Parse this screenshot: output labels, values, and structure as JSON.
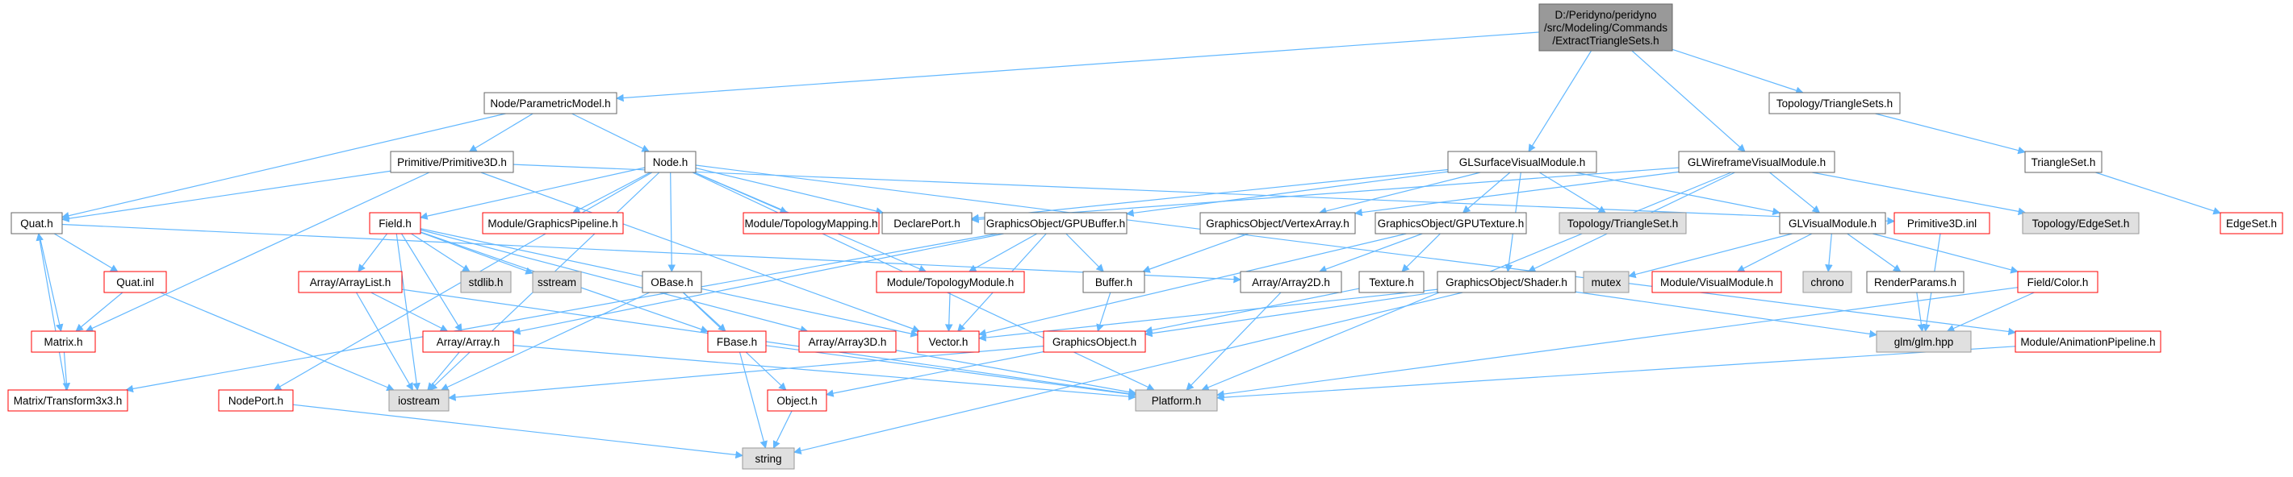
{
  "colors": {
    "edge": "#63b8ff",
    "normal_border": "#666666",
    "normal_fill": "#ffffff",
    "incomplete_border": "#ff0000",
    "system_fill": "#e0e0e0",
    "system_border": "#999999",
    "root_fill": "#999999",
    "root_border": "#666666"
  },
  "nodes": {
    "root": {
      "lines": [
        "D:/Peridyno/peridyno",
        "/src/Modeling/Commands",
        "/ExtractTriangleSets.h"
      ],
      "style": "root"
    },
    "parametric_model": {
      "lines": [
        "Node/ParametricModel.h"
      ],
      "style": "normal"
    },
    "primitive3d": {
      "lines": [
        "Primitive/Primitive3D.h"
      ],
      "style": "normal"
    },
    "node_h": {
      "lines": [
        "Node.h"
      ],
      "style": "normal"
    },
    "glsurface": {
      "lines": [
        "GLSurfaceVisualModule.h"
      ],
      "style": "normal"
    },
    "glwireframe": {
      "lines": [
        "GLWireframeVisualModule.h"
      ],
      "style": "normal"
    },
    "topology_trianglesets": {
      "lines": [
        "Topology/TriangleSets.h"
      ],
      "style": "normal"
    },
    "triangleset_h": {
      "lines": [
        "TriangleSet.h"
      ],
      "style": "normal"
    },
    "quat_h": {
      "lines": [
        "Quat.h"
      ],
      "style": "normal"
    },
    "field_h": {
      "lines": [
        "Field.h"
      ],
      "style": "incomplete"
    },
    "module_graphicspipeline": {
      "lines": [
        "Module/GraphicsPipeline.h"
      ],
      "style": "incomplete"
    },
    "module_topologymapping": {
      "lines": [
        "Module/TopologyMapping.h"
      ],
      "style": "incomplete"
    },
    "declareport": {
      "lines": [
        "DeclarePort.h"
      ],
      "style": "normal"
    },
    "gpubuffer": {
      "lines": [
        "GraphicsObject/GPUBuffer.h"
      ],
      "style": "normal"
    },
    "vertexarray": {
      "lines": [
        "GraphicsObject/VertexArray.h"
      ],
      "style": "normal"
    },
    "gputexture": {
      "lines": [
        "GraphicsObject/GPUTexture.h"
      ],
      "style": "normal"
    },
    "topology_triangleset_sys": {
      "lines": [
        "Topology/TriangleSet.h"
      ],
      "style": "system"
    },
    "glvisualmodule": {
      "lines": [
        "GLVisualModule.h"
      ],
      "style": "normal"
    },
    "primitive3d_inl": {
      "lines": [
        "Primitive3D.inl"
      ],
      "style": "incomplete"
    },
    "topology_edgeset": {
      "lines": [
        "Topology/EdgeSet.h"
      ],
      "style": "system"
    },
    "edgeset_h": {
      "lines": [
        "EdgeSet.h"
      ],
      "style": "incomplete"
    },
    "quat_inl": {
      "lines": [
        "Quat.inl"
      ],
      "style": "incomplete"
    },
    "array_arraylist": {
      "lines": [
        "Array/ArrayList.h"
      ],
      "style": "incomplete"
    },
    "stdlib": {
      "lines": [
        "stdlib.h"
      ],
      "style": "system"
    },
    "sstream": {
      "lines": [
        "sstream"
      ],
      "style": "system"
    },
    "obase": {
      "lines": [
        "OBase.h"
      ],
      "style": "normal"
    },
    "module_topologymodule": {
      "lines": [
        "Module/TopologyModule.h"
      ],
      "style": "incomplete"
    },
    "buffer_h": {
      "lines": [
        "Buffer.h"
      ],
      "style": "normal"
    },
    "array_array2d": {
      "lines": [
        "Array/Array2D.h"
      ],
      "style": "normal"
    },
    "texture_h": {
      "lines": [
        "Texture.h"
      ],
      "style": "normal"
    },
    "shader_h": {
      "lines": [
        "GraphicsObject/Shader.h"
      ],
      "style": "normal"
    },
    "mutex": {
      "lines": [
        "mutex"
      ],
      "style": "system"
    },
    "module_visualmodule": {
      "lines": [
        "Module/VisualModule.h"
      ],
      "style": "incomplete"
    },
    "chrono": {
      "lines": [
        "chrono"
      ],
      "style": "system"
    },
    "renderparams": {
      "lines": [
        "RenderParams.h"
      ],
      "style": "normal"
    },
    "field_color": {
      "lines": [
        "Field/Color.h"
      ],
      "style": "incomplete"
    },
    "matrix_h": {
      "lines": [
        "Matrix.h"
      ],
      "style": "incomplete"
    },
    "array_array": {
      "lines": [
        "Array/Array.h"
      ],
      "style": "incomplete"
    },
    "fbase": {
      "lines": [
        "FBase.h"
      ],
      "style": "incomplete"
    },
    "array_array3d": {
      "lines": [
        "Array/Array3D.h"
      ],
      "style": "incomplete"
    },
    "vector_h": {
      "lines": [
        "Vector.h"
      ],
      "style": "incomplete"
    },
    "graphicsobject_h": {
      "lines": [
        "GraphicsObject.h"
      ],
      "style": "incomplete"
    },
    "glm_hpp": {
      "lines": [
        "glm/glm.hpp"
      ],
      "style": "system"
    },
    "module_animationpipeline": {
      "lines": [
        "Module/AnimationPipeline.h"
      ],
      "style": "incomplete"
    },
    "matrix_transform3x3": {
      "lines": [
        "Matrix/Transform3x3.h"
      ],
      "style": "incomplete"
    },
    "iostream": {
      "lines": [
        "iostream"
      ],
      "style": "system"
    },
    "object_h": {
      "lines": [
        "Object.h"
      ],
      "style": "incomplete"
    },
    "platform_h": {
      "lines": [
        "Platform.h"
      ],
      "style": "system"
    },
    "nodeport_h": {
      "lines": [
        "NodePort.h"
      ],
      "style": "incomplete"
    },
    "string": {
      "lines": [
        "string"
      ],
      "style": "system"
    }
  },
  "edges": [
    [
      "root",
      "parametric_model"
    ],
    [
      "root",
      "glsurface"
    ],
    [
      "root",
      "glwireframe"
    ],
    [
      "root",
      "topology_trianglesets"
    ],
    [
      "parametric_model",
      "primitive3d"
    ],
    [
      "parametric_model",
      "node_h"
    ],
    [
      "parametric_model",
      "quat_h"
    ],
    [
      "primitive3d",
      "quat_h"
    ],
    [
      "primitive3d",
      "matrix_h"
    ],
    [
      "primitive3d",
      "vector_h"
    ],
    [
      "primitive3d",
      "primitive3d_inl"
    ],
    [
      "node_h",
      "field_h"
    ],
    [
      "node_h",
      "module_graphicspipeline"
    ],
    [
      "node_h",
      "module_topologymapping"
    ],
    [
      "node_h",
      "declareport"
    ],
    [
      "node_h",
      "obase"
    ],
    [
      "node_h",
      "module_topologymodule"
    ],
    [
      "node_h",
      "nodeport_h"
    ],
    [
      "node_h",
      "platform_h"
    ],
    [
      "node_h",
      "module_animationpipeline"
    ],
    [
      "node_h",
      "iostream"
    ],
    [
      "glsurface",
      "declareport"
    ],
    [
      "glsurface",
      "gpubuffer"
    ],
    [
      "glsurface",
      "vertexarray"
    ],
    [
      "glsurface",
      "gputexture"
    ],
    [
      "glsurface",
      "topology_triangleset_sys"
    ],
    [
      "glsurface",
      "glvisualmodule"
    ],
    [
      "glsurface",
      "shader_h"
    ],
    [
      "glwireframe",
      "declareport"
    ],
    [
      "glwireframe",
      "vertexarray"
    ],
    [
      "glwireframe",
      "glvisualmodule"
    ],
    [
      "glwireframe",
      "topology_edgeset"
    ],
    [
      "glwireframe",
      "shader_h"
    ],
    [
      "glwireframe",
      "platform_h"
    ],
    [
      "topology_trianglesets",
      "triangleset_h"
    ],
    [
      "triangleset_h",
      "edgeset_h"
    ],
    [
      "quat_h",
      "quat_inl"
    ],
    [
      "quat_h",
      "matrix_h"
    ],
    [
      "quat_h",
      "array_array2d"
    ],
    [
      "quat_inl",
      "matrix_h"
    ],
    [
      "quat_inl",
      "iostream"
    ],
    [
      "matrix_h",
      "matrix_transform3x3"
    ],
    [
      "matrix_transform3x3",
      "quat_h"
    ],
    [
      "field_h",
      "array_arraylist"
    ],
    [
      "field_h",
      "stdlib"
    ],
    [
      "field_h",
      "sstream"
    ],
    [
      "field_h",
      "fbase"
    ],
    [
      "field_h",
      "array_array"
    ],
    [
      "field_h",
      "array_array3d"
    ],
    [
      "field_h",
      "vector_h"
    ],
    [
      "field_h",
      "iostream"
    ],
    [
      "array_arraylist",
      "array_array"
    ],
    [
      "array_arraylist",
      "iostream"
    ],
    [
      "array_arraylist",
      "platform_h"
    ],
    [
      "array_array",
      "iostream"
    ],
    [
      "array_array",
      "platform_h"
    ],
    [
      "obase",
      "fbase"
    ],
    [
      "obase",
      "object_h"
    ],
    [
      "obase",
      "iostream"
    ],
    [
      "module_topologymodule",
      "vector_h"
    ],
    [
      "gpubuffer",
      "module_topologymodule"
    ],
    [
      "gpubuffer",
      "buffer_h"
    ],
    [
      "gpubuffer",
      "vector_h"
    ],
    [
      "gpubuffer",
      "array_array"
    ],
    [
      "gpubuffer",
      "matrix_transform3x3"
    ],
    [
      "vertexarray",
      "buffer_h"
    ],
    [
      "gputexture",
      "texture_h"
    ],
    [
      "gputexture",
      "array_array2d"
    ],
    [
      "gputexture",
      "vector_h"
    ],
    [
      "buffer_h",
      "graphicsobject_h"
    ],
    [
      "texture_h",
      "graphicsobject_h"
    ],
    [
      "shader_h",
      "graphicsobject_h"
    ],
    [
      "shader_h",
      "glm_hpp"
    ],
    [
      "shader_h",
      "vector_h"
    ],
    [
      "shader_h",
      "string"
    ],
    [
      "graphicsobject_h",
      "object_h"
    ],
    [
      "graphicsobject_h",
      "iostream"
    ],
    [
      "array_array2d",
      "platform_h"
    ],
    [
      "array_array3d",
      "platform_h"
    ],
    [
      "fbase",
      "platform_h"
    ],
    [
      "fbase",
      "string"
    ],
    [
      "glvisualmodule",
      "mutex"
    ],
    [
      "glvisualmodule",
      "module_visualmodule"
    ],
    [
      "glvisualmodule",
      "chrono"
    ],
    [
      "glvisualmodule",
      "renderparams"
    ],
    [
      "glvisualmodule",
      "field_color"
    ],
    [
      "renderparams",
      "glm_hpp"
    ],
    [
      "field_color",
      "glm_hpp"
    ],
    [
      "field_color",
      "platform_h"
    ],
    [
      "primitive3d_inl",
      "glm_hpp"
    ],
    [
      "module_animationpipeline",
      "platform_h"
    ],
    [
      "object_h",
      "string"
    ],
    [
      "nodeport_h",
      "string"
    ]
  ]
}
